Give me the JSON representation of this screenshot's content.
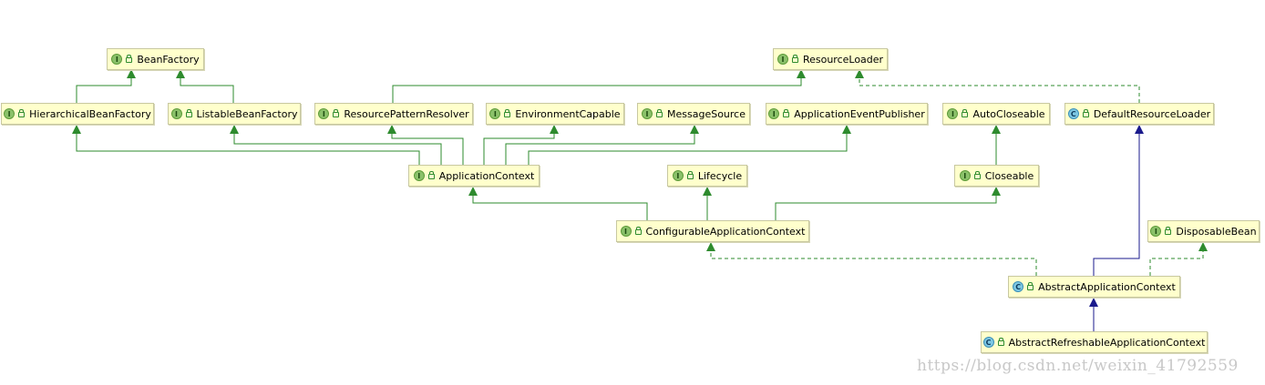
{
  "nodes": [
    {
      "id": "BeanFactory",
      "label": "BeanFactory",
      "kind": "I"
    },
    {
      "id": "ResourceLoader",
      "label": "ResourceLoader",
      "kind": "I"
    },
    {
      "id": "HierarchicalBeanFactory",
      "label": "HierarchicalBeanFactory",
      "kind": "I"
    },
    {
      "id": "ListableBeanFactory",
      "label": "ListableBeanFactory",
      "kind": "I"
    },
    {
      "id": "ResourcePatternResolver",
      "label": "ResourcePatternResolver",
      "kind": "I"
    },
    {
      "id": "EnvironmentCapable",
      "label": "EnvironmentCapable",
      "kind": "I"
    },
    {
      "id": "MessageSource",
      "label": "MessageSource",
      "kind": "I"
    },
    {
      "id": "ApplicationEventPublisher",
      "label": "ApplicationEventPublisher",
      "kind": "I"
    },
    {
      "id": "AutoCloseable",
      "label": "AutoCloseable",
      "kind": "I"
    },
    {
      "id": "DefaultResourceLoader",
      "label": "DefaultResourceLoader",
      "kind": "C"
    },
    {
      "id": "ApplicationContext",
      "label": "ApplicationContext",
      "kind": "I"
    },
    {
      "id": "Lifecycle",
      "label": "Lifecycle",
      "kind": "I"
    },
    {
      "id": "Closeable",
      "label": "Closeable",
      "kind": "I"
    },
    {
      "id": "ConfigurableApplicationContext",
      "label": "ConfigurableApplicationContext",
      "kind": "I"
    },
    {
      "id": "DisposableBean",
      "label": "DisposableBean",
      "kind": "I"
    },
    {
      "id": "AbstractApplicationContext",
      "label": "AbstractApplicationContext",
      "kind": "C"
    },
    {
      "id": "AbstractRefreshableApplicationContext",
      "label": "AbstractRefreshableApplicationContext",
      "kind": "C"
    }
  ],
  "edges": [
    {
      "from": "HierarchicalBeanFactory",
      "to": "BeanFactory",
      "type": "extends"
    },
    {
      "from": "ListableBeanFactory",
      "to": "BeanFactory",
      "type": "extends"
    },
    {
      "from": "ResourcePatternResolver",
      "to": "ResourceLoader",
      "type": "extends"
    },
    {
      "from": "DefaultResourceLoader",
      "to": "ResourceLoader",
      "type": "implements"
    },
    {
      "from": "ApplicationContext",
      "to": "HierarchicalBeanFactory",
      "type": "extends"
    },
    {
      "from": "ApplicationContext",
      "to": "ListableBeanFactory",
      "type": "extends"
    },
    {
      "from": "ApplicationContext",
      "to": "ResourcePatternResolver",
      "type": "extends"
    },
    {
      "from": "ApplicationContext",
      "to": "EnvironmentCapable",
      "type": "extends"
    },
    {
      "from": "ApplicationContext",
      "to": "MessageSource",
      "type": "extends"
    },
    {
      "from": "ApplicationContext",
      "to": "ApplicationEventPublisher",
      "type": "extends"
    },
    {
      "from": "Closeable",
      "to": "AutoCloseable",
      "type": "extends"
    },
    {
      "from": "ConfigurableApplicationContext",
      "to": "ApplicationContext",
      "type": "extends"
    },
    {
      "from": "ConfigurableApplicationContext",
      "to": "Lifecycle",
      "type": "extends"
    },
    {
      "from": "ConfigurableApplicationContext",
      "to": "Closeable",
      "type": "extends"
    },
    {
      "from": "AbstractApplicationContext",
      "to": "ConfigurableApplicationContext",
      "type": "implements"
    },
    {
      "from": "AbstractApplicationContext",
      "to": "DisposableBean",
      "type": "implements"
    },
    {
      "from": "AbstractApplicationContext",
      "to": "DefaultResourceLoader",
      "type": "class-extends"
    },
    {
      "from": "AbstractRefreshableApplicationContext",
      "to": "AbstractApplicationContext",
      "type": "class-extends"
    }
  ],
  "colors": {
    "interface_edge": "#2e8b2e",
    "class_edge": "#1a1a8c",
    "node_fill": "#ffffcc",
    "interface_badge": "#8bc16a",
    "class_badge": "#7ec8e3"
  },
  "watermark": "https://blog.csdn.net/weixin_41792559"
}
